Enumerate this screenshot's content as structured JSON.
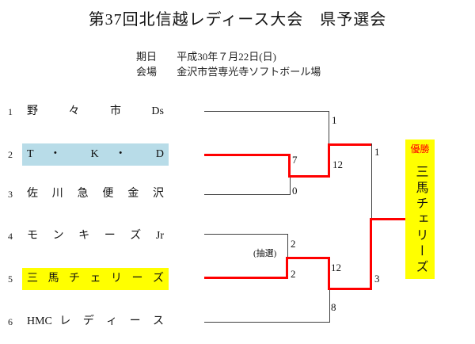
{
  "title": "第37回北信越レディース大会　県予選会",
  "info": {
    "date_label": "期日",
    "date_value": "平成30年７月22日(日)",
    "venue_label": "会場",
    "venue_value": "金沢市営専光寺ソフトボール場"
  },
  "teams": [
    {
      "seed": "1",
      "name": "野 々 市 Ds",
      "highlight": "none"
    },
    {
      "seed": "2",
      "name": "T ・ K ・ D",
      "highlight": "blue"
    },
    {
      "seed": "3",
      "name": "佐 川 急 便 金 沢",
      "highlight": "none"
    },
    {
      "seed": "4",
      "name": "モ ン キ ー ズ Jr",
      "highlight": "none"
    },
    {
      "seed": "5",
      "name": "三 馬 チ ェ リ ー ズ",
      "highlight": "yellow"
    },
    {
      "seed": "6",
      "name": "HMC レ デ ィ ー ス",
      "highlight": "none"
    }
  ],
  "bracket": {
    "scores": {
      "semi1_nonoichi": "1",
      "semi1_tkd": "12",
      "round1_tkd": "7",
      "round1_sagawa": "0",
      "round1_monkeys": "2",
      "round1_sanma": "2",
      "round1_note": "(抽選)",
      "semi2_sanma": "12",
      "semi2_hmc": "8",
      "final_tkd": "1",
      "final_sanma": "3"
    }
  },
  "champion": {
    "label": "優勝",
    "name": "三馬チェリーズ"
  },
  "colors": {
    "winner_line": "#ff0000",
    "bracket_line": "#404040",
    "highlight_blue": "#b8dce8",
    "highlight_yellow": "#ffff00",
    "champion_box": "#ffff00",
    "champion_label_text": "#ff0000"
  }
}
